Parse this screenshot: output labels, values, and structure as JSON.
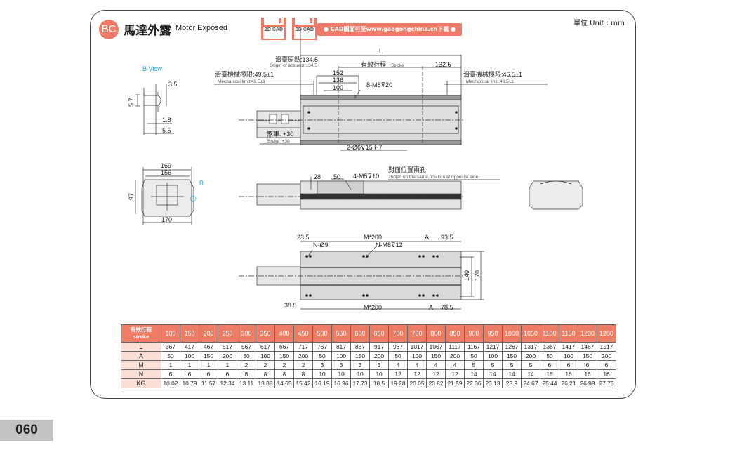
{
  "header": {
    "badge": "BC",
    "title_zh": "馬達外露",
    "title_en": "Motor Exposed",
    "cad_2d": "2D CAD",
    "cad_3d": "3D CAD",
    "cad_link": "● CAD圖面可至www.gaogongchina.cn下載 ●",
    "unit": "單位 Unit : mm"
  },
  "page_number": "060",
  "colors": {
    "accent": "#ee7b68",
    "row_label_bg": "#f9ded6",
    "b_view": "#2aa5d8"
  },
  "top_view": {
    "L": "L",
    "origin_zh": "滑臺原點:134.5",
    "origin_en": "Origin of actuator:134.5",
    "stroke_zh": "有效行程",
    "stroke_en": "Stroke",
    "d_132_5": "132.5",
    "mech_left_zh": "滑臺機械極限:49.5±1",
    "mech_left_en": "Mechanical limit:49.5±1",
    "mech_right_zh": "滑臺機械極限:46.5±1",
    "mech_right_en": "Mechanical limit:46.5±1",
    "d_152": "152",
    "d_136": "136",
    "d_100": "100",
    "tap": "8-M8⊽20",
    "brake_zh": "煞車: +30",
    "brake_en": "Brake: +30",
    "pin": "2-Ø6⊽15 H7"
  },
  "b_view": {
    "title": "B  View",
    "d_3_5": "3.5",
    "d_5_7": "5.7",
    "d_1_8": "1.8",
    "d_5_5": "5.5"
  },
  "end_view": {
    "d_169": "169",
    "d_156": "156",
    "d_97": "97",
    "d_170": "170",
    "b_marker": "B"
  },
  "side_view": {
    "d_28": "28",
    "d_50": "50",
    "tap": "4-M5⊽10",
    "note_zh": "對面位置兩孔",
    "note_en": "2holes on the same position at opposite side."
  },
  "bottom_view": {
    "d_23_5": "23.5",
    "m200_top": "M*200",
    "a_top": "A",
    "d_93_5": "93.5",
    "hole": "N-Ø9",
    "tap": "N-M8⊽12",
    "d_140": "140",
    "d_170": "170",
    "d_38_5": "38.5",
    "m200_bottom": "M*200",
    "a_bottom": "A",
    "d_78_5": "78.5"
  },
  "spec_table": {
    "header_zh": "有效行程",
    "header_en": "stroke",
    "strokes": [
      "100",
      "150",
      "200",
      "250",
      "300",
      "350",
      "400",
      "450",
      "500",
      "550",
      "600",
      "650",
      "700",
      "750",
      "800",
      "850",
      "900",
      "950",
      "1000",
      "1050",
      "1100",
      "1150",
      "1200",
      "1250"
    ],
    "rows": [
      {
        "label": "L",
        "values": [
          "367",
          "417",
          "467",
          "517",
          "567",
          "617",
          "667",
          "717",
          "767",
          "817",
          "867",
          "917",
          "967",
          "1017",
          "1067",
          "1117",
          "1167",
          "1217",
          "1267",
          "1317",
          "1367",
          "1417",
          "1467",
          "1517"
        ]
      },
      {
        "label": "A",
        "values": [
          "50",
          "100",
          "150",
          "200",
          "50",
          "100",
          "150",
          "200",
          "50",
          "100",
          "150",
          "200",
          "50",
          "100",
          "150",
          "200",
          "50",
          "100",
          "150",
          "200",
          "50",
          "100",
          "150",
          "200"
        ]
      },
      {
        "label": "M",
        "values": [
          "1",
          "1",
          "1",
          "1",
          "2",
          "2",
          "2",
          "2",
          "3",
          "3",
          "3",
          "3",
          "4",
          "4",
          "4",
          "4",
          "5",
          "5",
          "5",
          "5",
          "6",
          "6",
          "6",
          "6"
        ]
      },
      {
        "label": "N",
        "values": [
          "6",
          "6",
          "6",
          "6",
          "8",
          "8",
          "8",
          "8",
          "10",
          "10",
          "10",
          "10",
          "12",
          "12",
          "12",
          "12",
          "14",
          "14",
          "14",
          "14",
          "16",
          "16",
          "16",
          "16"
        ]
      },
      {
        "label": "KG",
        "values": [
          "10.02",
          "10.79",
          "11.57",
          "12.34",
          "13.11",
          "13.88",
          "14.65",
          "15.42",
          "16.19",
          "16.96",
          "17.73",
          "18.5",
          "19.28",
          "20.05",
          "20.82",
          "21.59",
          "22.36",
          "23.13",
          "23.9",
          "24.67",
          "25.44",
          "26.21",
          "26.98",
          "27.75"
        ]
      }
    ]
  }
}
